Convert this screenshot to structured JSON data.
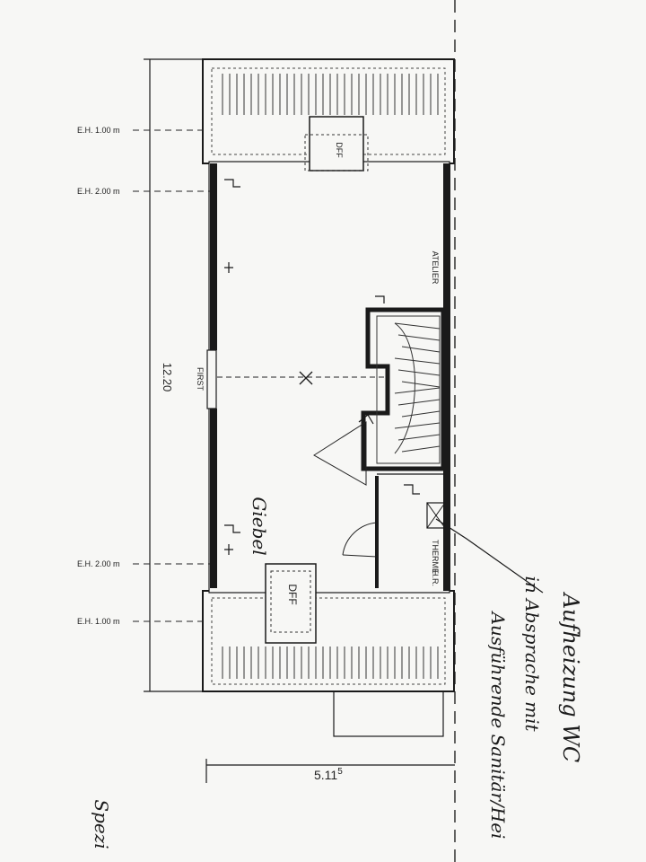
{
  "labels": {
    "eh_top_1": "E.H. 1.00 m",
    "eh_top_2": "E.H. 2.00 m",
    "eh_bot_2": "E.H. 2.00 m",
    "eh_bot_1": "E.H. 1.00 m",
    "overall_dim": "12.20",
    "width_dim": "5.11",
    "width_dim_sup": "5",
    "dachfenster_top": "DFF",
    "dachfenster_bottom": "DFF",
    "first": "FIRST",
    "atelier": "ATELIER",
    "therme": "THERME",
    "heizung_short": "H.R."
  },
  "handwriting": {
    "giebel": "Giebel",
    "line1": "Aufheizung WC",
    "line2": "in Absprache mit",
    "line3": "Ausführende Sanitär/Hei",
    "corner": "Spezi"
  },
  "colors": {
    "ink": "#1a1a1a",
    "paper": "#f7f7f5"
  }
}
